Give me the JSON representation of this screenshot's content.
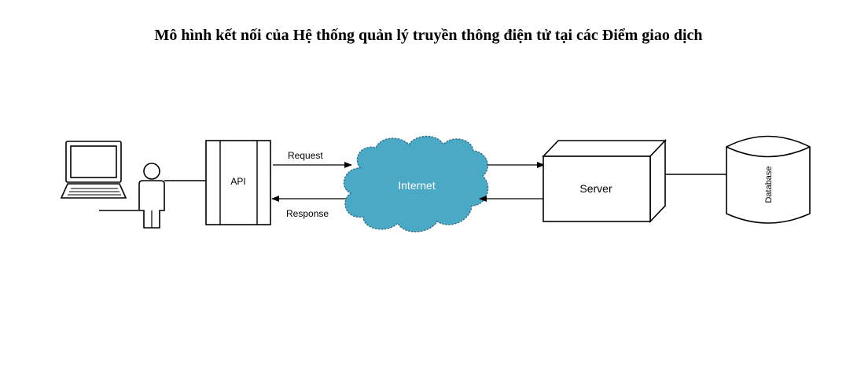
{
  "title": "Mô hình kết nối của Hệ thống quản lý truyền thông điện tử tại các Điểm giao dịch",
  "nodes": {
    "api": "API",
    "internet": "Internet",
    "server": "Server",
    "database": "Database"
  },
  "edges": {
    "request": "Request",
    "response": "Response"
  },
  "colors": {
    "cloud_fill": "#4aaac5",
    "cloud_stroke": "#2f6f8a",
    "line": "#000000"
  }
}
